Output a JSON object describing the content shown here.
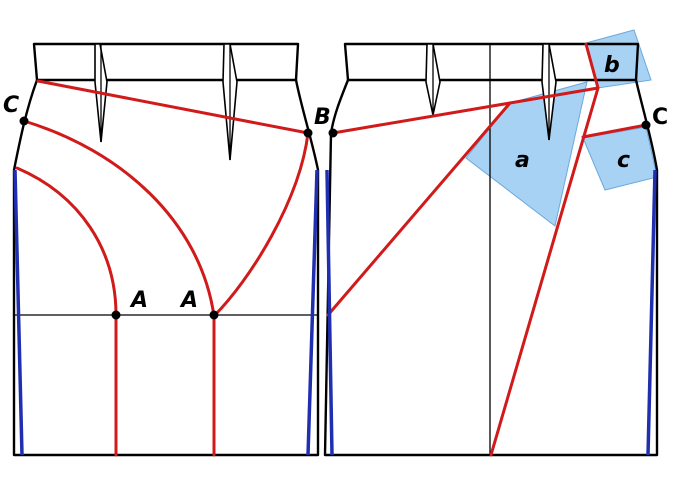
{
  "labels": {
    "C": "C",
    "B": "B",
    "A": "A",
    "a": "a",
    "b": "b",
    "c": "c"
  },
  "colors": {
    "style_lines": "#d11a1a",
    "side_seam": "#1f2fb0",
    "moved_pieces": "#a8d2f3",
    "outline": "#000000"
  }
}
